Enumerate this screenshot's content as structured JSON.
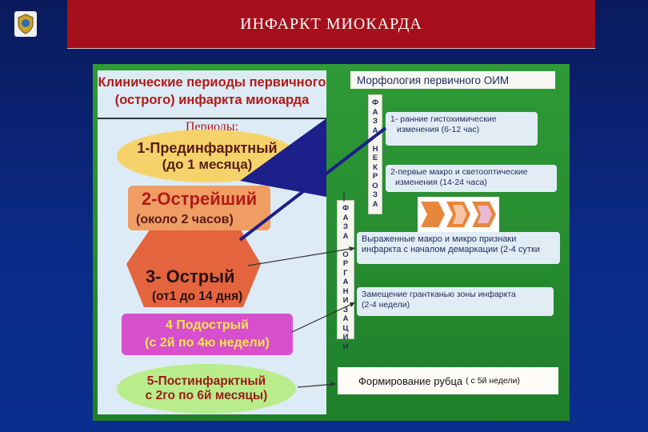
{
  "slide": {
    "title": "ИНФАРКТ МИОКАРДА"
  },
  "left": {
    "heading_line1": "Клинические периоды первичного",
    "heading_line2": "(острого) инфаркта миокарда",
    "periods_label": "Периоды:",
    "periods": [
      {
        "line1": "1-Прединфарктный",
        "line2": "(до 1 месяца)"
      },
      {
        "line1": "2-Острейший",
        "line2": "(около 2 часов)"
      },
      {
        "line1": "3- Острый",
        "line2": "(от1 до 14 дня)"
      },
      {
        "line1": "4 Подострый",
        "line2": "(с 2й по 4ю недели)"
      },
      {
        "line1": "5-Постинфарктный",
        "line2": "с 2го по 6й месяцы)"
      }
    ]
  },
  "right": {
    "title": "Морфология первичного ОИМ",
    "necrosis_strip": [
      "Ф",
      "А",
      "З",
      "А",
      "",
      "Н",
      "Е",
      "К",
      "Р",
      "О",
      "З",
      "А"
    ],
    "organization_strip": [
      "Ф",
      "А",
      "З",
      "А",
      "",
      "О",
      "Р",
      "Г",
      "А",
      "Н",
      "И",
      "З",
      "А",
      "Ц",
      "И",
      "И"
    ],
    "boxes": [
      {
        "line1": "1- ранние гистохимические",
        "line2": "изменения (6-12 час)"
      },
      {
        "line1": "2-первые макро и светооптические",
        "line2": "изменения (14-24 часа)"
      },
      {
        "line1": "Выраженные макро и микро признаки",
        "line2": "инфаркта с началом демаркации (2-4 сутки"
      },
      {
        "line1": "Замещение грантканью зоны инфаркта",
        "line2": "(2-4 недели)"
      }
    ],
    "scar_main": "Формирование рубца",
    "scar_note": "( с 5й недели)"
  },
  "colors": {
    "title_bar": "#a6101c",
    "background": "#0b2a86",
    "slide_green": "#2f9a36",
    "left_panel": "#dcebf5",
    "navy_arrow": "#1d1f8a"
  }
}
